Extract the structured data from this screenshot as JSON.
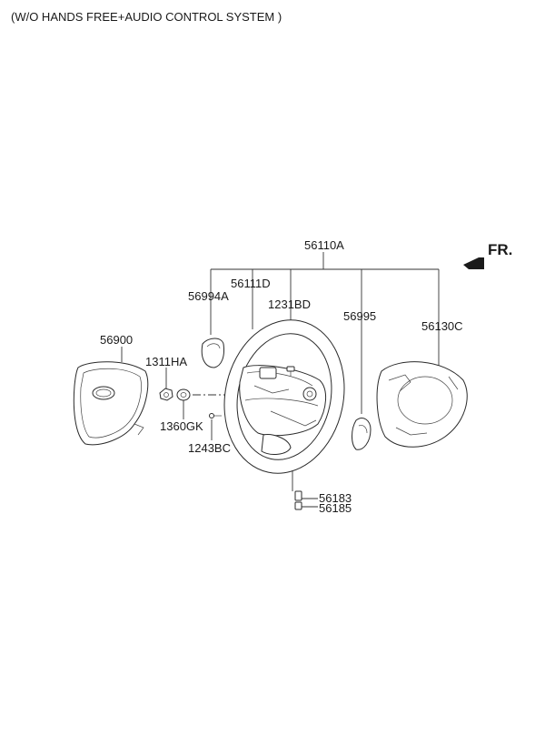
{
  "header": {
    "title": "(W/O HANDS FREE+AUDIO CONTROL SYSTEM )"
  },
  "direction": {
    "label": "FR."
  },
  "parts": [
    {
      "id": "p56110A",
      "number": "56110A"
    },
    {
      "id": "p56111D",
      "number": "56111D"
    },
    {
      "id": "p56994A",
      "number": "56994A"
    },
    {
      "id": "p1231BD",
      "number": "1231BD"
    },
    {
      "id": "p56995",
      "number": "56995"
    },
    {
      "id": "p56130C",
      "number": "56130C"
    },
    {
      "id": "p56900",
      "number": "56900"
    },
    {
      "id": "p1311HA",
      "number": "1311HA"
    },
    {
      "id": "p1360GK",
      "number": "1360GK"
    },
    {
      "id": "p1243BC",
      "number": "1243BC"
    },
    {
      "id": "p56183",
      "number": "56183"
    },
    {
      "id": "p56185",
      "number": "56185"
    }
  ]
}
